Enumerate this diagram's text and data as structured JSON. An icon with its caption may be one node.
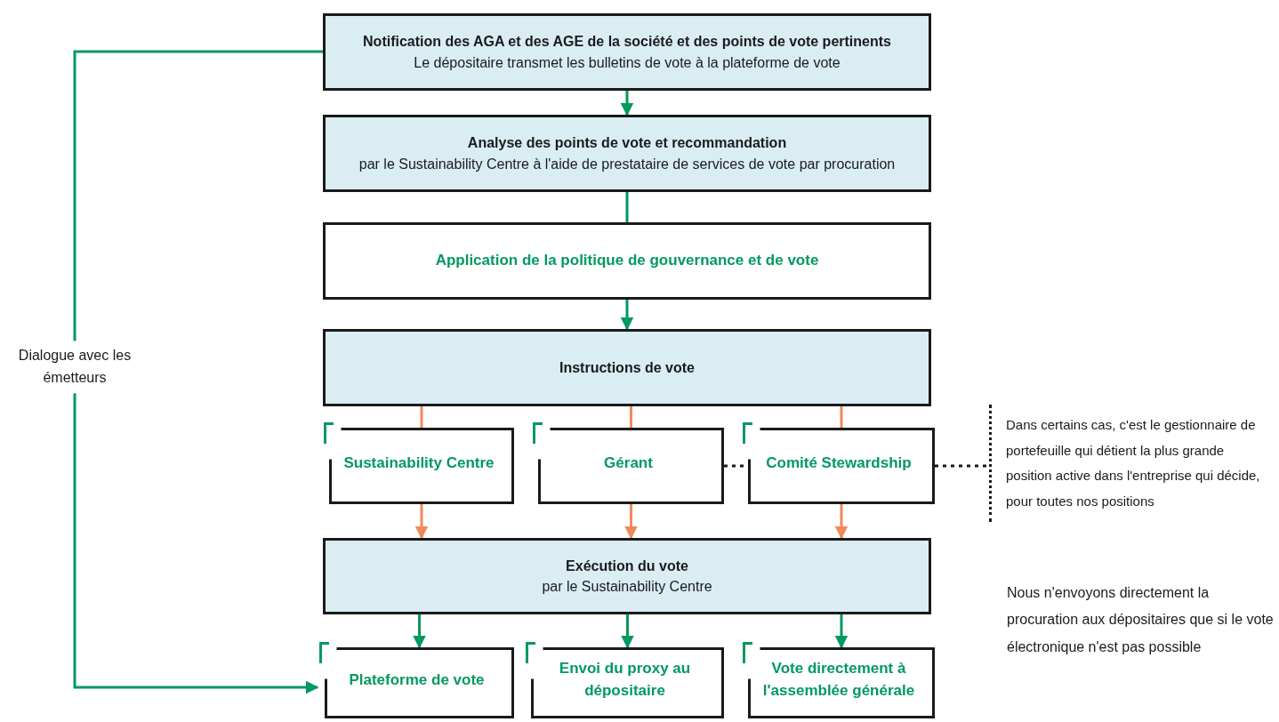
{
  "diagram": {
    "nodes": [
      {
        "text": [
          "Notification des AGA et des AGE de la société et des points de vote pertinents",
          "Le dépositaire transmet les bulletins de vote à la plateforme de vote"
        ]
      },
      {
        "text": [
          "Analyse des points de vote et recommandation",
          "par le Sustainability Centre à l'aide de prestataire de services de vote par procuration"
        ]
      },
      {
        "text": [
          "Application de la politique de gouvernance et de vote"
        ]
      },
      {
        "text": [
          "Instructions de vote"
        ]
      },
      {
        "text": [
          "Sustainability Centre"
        ]
      },
      {
        "text": [
          "Gérant"
        ]
      },
      {
        "text": [
          "Comité Stewardship"
        ]
      },
      {
        "text": [
          "Exécution du vote",
          "par le Sustainability Centre"
        ]
      },
      {
        "text": [
          "Plateforme de vote"
        ]
      },
      {
        "text": [
          "Envoi du proxy au dépositaire"
        ]
      },
      {
        "text": [
          "Vote directement à l'assemblée générale"
        ]
      },
      {
        "text": [
          "Dans certains cas, c'est le gestionnaire de portefeuille qui détient la plus grande position active dans l'entreprise qui décide, pour toutes nos positions"
        ]
      }
    ],
    "edges": [
      {
        "from": 0,
        "to": 1,
        "arrow": "to"
      },
      {
        "from": 1,
        "to": 2,
        "arrow": "none"
      },
      {
        "from": 2,
        "to": 3,
        "arrow": "to"
      },
      {
        "from": 3,
        "to": 4,
        "arrow": "none",
        "color": "#f08a5d"
      },
      {
        "from": 3,
        "to": 5,
        "arrow": "none",
        "color": "#f08a5d"
      },
      {
        "from": 3,
        "to": 6,
        "arrow": "none",
        "color": "#f08a5d"
      },
      {
        "from": 4,
        "to": 7,
        "arrow": "to",
        "color": "#f08a5d"
      },
      {
        "from": 5,
        "to": 7,
        "arrow": "to",
        "color": "#f08a5d"
      },
      {
        "from": 6,
        "to": 7,
        "arrow": "to",
        "color": "#f08a5d"
      },
      {
        "from": 7,
        "to": 8,
        "arrow": "to"
      },
      {
        "from": 7,
        "to": 9,
        "arrow": "to"
      },
      {
        "from": 7,
        "to": 10,
        "arrow": "to"
      },
      {
        "from": 5,
        "to": 6,
        "arrow": "none",
        "style": "dashed",
        "color": "#1a1a1a"
      },
      {
        "from": 6,
        "to": 11,
        "arrow": "none",
        "style": "dashed",
        "color": "#1a1a1a"
      },
      {
        "from": 0,
        "to": 8,
        "arrow": "to",
        "label": "Dialogue avec les émetteurs"
      }
    ],
    "labels": [
      "Nous n'envoyons directement la procuration aux dépositaires que si le vote électronique n'est pas possible"
    ]
  }
}
